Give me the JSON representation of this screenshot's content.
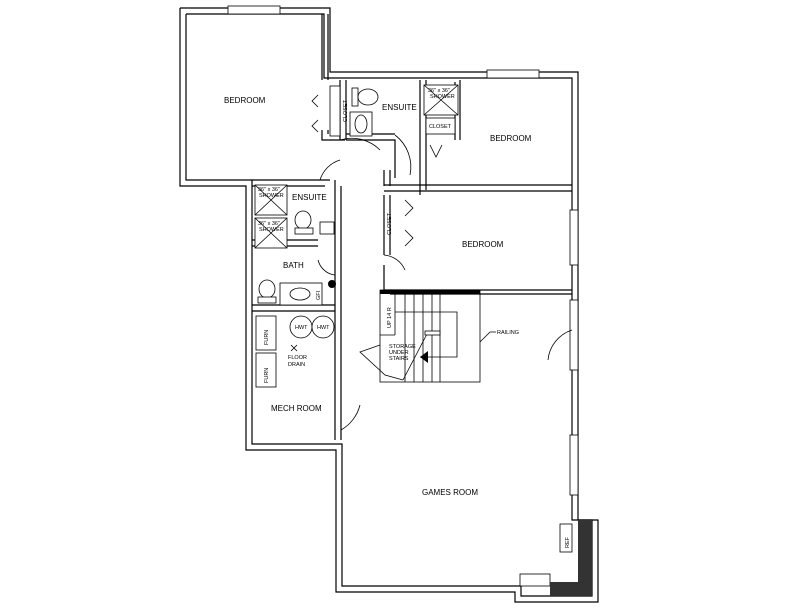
{
  "rooms": {
    "bedroom_nw": "BEDROOM",
    "ensuite_n": "ENSUITE",
    "bedroom_ne": "BEDROOM",
    "ensuite_w": "ENSUITE",
    "bedroom_e": "BEDROOM",
    "bath": "BATH",
    "mech_room": "MECH ROOM",
    "games_room": "GAMES ROOM",
    "storage": [
      "STORAGE",
      "UNDER",
      "STAIRS"
    ]
  },
  "labels": {
    "closet": "CLOSET",
    "shower_size": "36\" x 36\"",
    "shower": "SHOWER",
    "hwt": "HWT",
    "furn": "FURN",
    "floor_drain": [
      "FLOOR",
      "DRAIN"
    ],
    "gfi": "GFI",
    "stairs_up": "UP 14 R",
    "railing": "RAILING",
    "ref": "REF"
  }
}
